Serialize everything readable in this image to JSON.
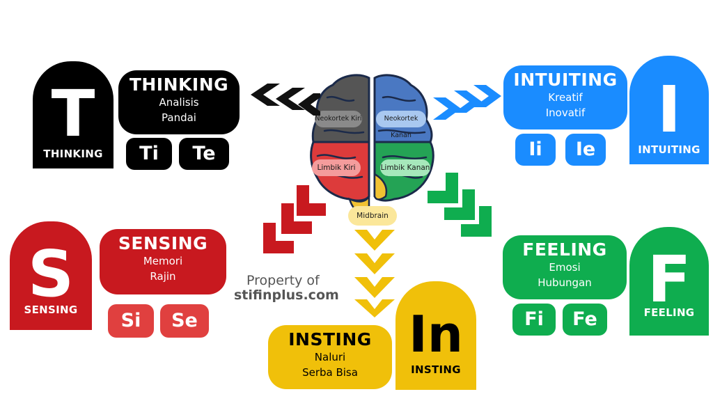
{
  "colors": {
    "thinking": "#000000",
    "intuiting": "#1a8cff",
    "sensing": "#c8191f",
    "sensing_pill": "#e0403f",
    "feeling": "#0fad4f",
    "insting": "#f0c00a"
  },
  "brain": {
    "neokortek_kiri": "Neokortek Kiri",
    "neokortek_kanan": "Neokortek Kanan",
    "limbik_kiri": "Limbik Kiri",
    "limbik_kanan": "Limbik Kanan",
    "midbrain": "Midbrain"
  },
  "thinking": {
    "letter": "T",
    "badge_label": "THINKING",
    "title": "THINKING",
    "line1": "Analisis",
    "line2": "Pandai",
    "pill1": "Ti",
    "pill2": "Te"
  },
  "intuiting": {
    "letter": "I",
    "badge_label": "INTUITING",
    "title": "INTUITING",
    "line1": "Kreatif",
    "line2": "Inovatif",
    "pill1": "Ii",
    "pill2": "Ie"
  },
  "sensing": {
    "letter": "S",
    "badge_label": "SENSING",
    "title": "SENSING",
    "line1": "Memori",
    "line2": "Rajin",
    "pill1": "Si",
    "pill2": "Se"
  },
  "feeling": {
    "letter": "F",
    "badge_label": "FEELING",
    "title": "FEELING",
    "line1": "Emosi",
    "line2": "Hubungan",
    "pill1": "Fi",
    "pill2": "Fe"
  },
  "insting": {
    "letter": "In",
    "badge_label": "INSTING",
    "title": "INSTING",
    "line1": "Naluri",
    "line2": "Serba Bisa"
  },
  "watermark": {
    "line1": "Property of",
    "line2": "stifinplus.com"
  }
}
